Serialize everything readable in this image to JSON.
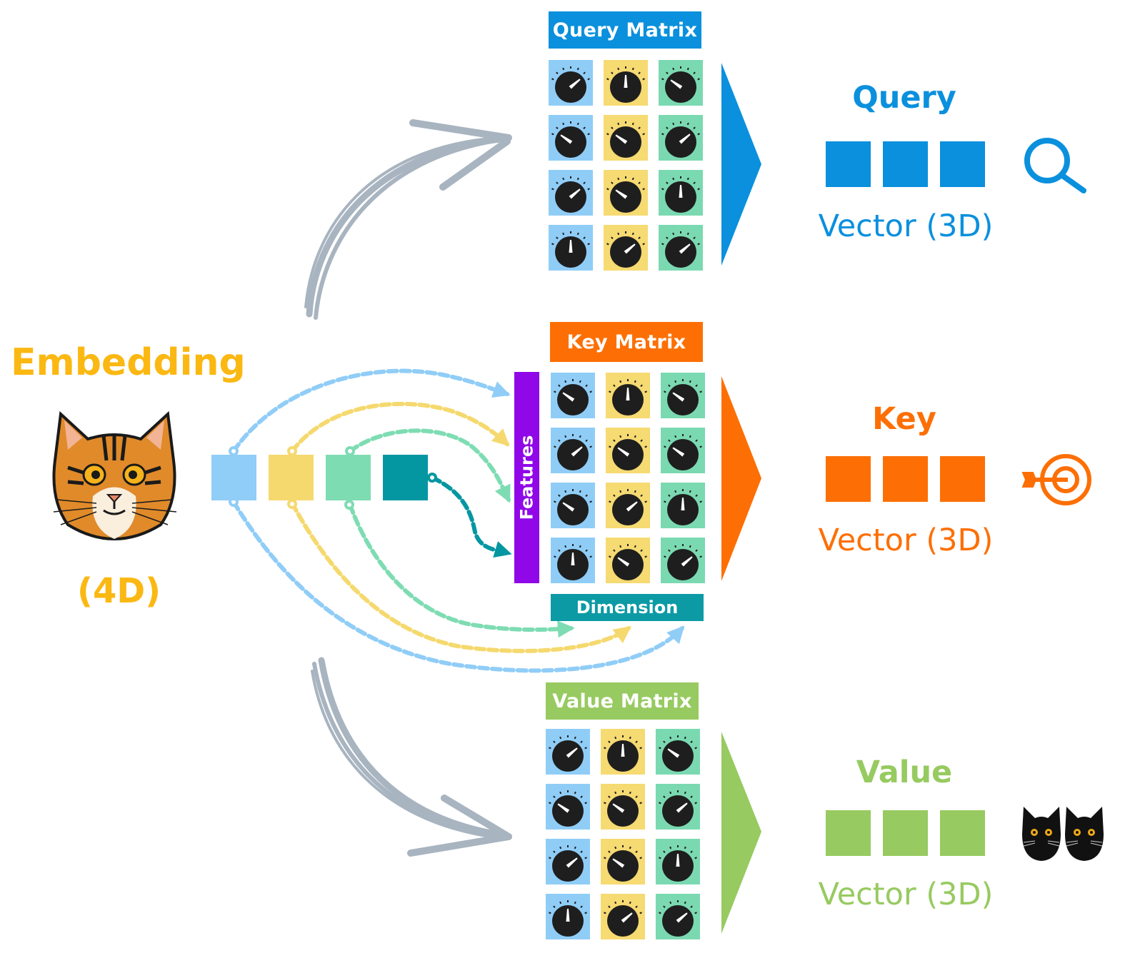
{
  "embedding": {
    "title": "Embedding",
    "dimension": "(4D)",
    "icon": "tabby-cat-face-icon",
    "vector_colors": [
      "#90cdf7",
      "#f5d96e",
      "#7edcb3",
      "#0497a2"
    ]
  },
  "flow_arrows": {
    "color": "#a8b4c0"
  },
  "matrices": [
    {
      "id": "query",
      "title": "Query Matrix",
      "color": "#0a90dd",
      "knob_angles_deg": [
        [
          50,
          0,
          -55
        ],
        [
          -55,
          -55,
          50
        ],
        [
          50,
          -55,
          0
        ],
        [
          0,
          50,
          50
        ]
      ]
    },
    {
      "id": "key",
      "title": "Key Matrix",
      "color": "#fd6f04",
      "knob_angles_deg": [
        [
          -55,
          0,
          -55
        ],
        [
          50,
          -55,
          -55
        ],
        [
          -55,
          50,
          0
        ],
        [
          0,
          -55,
          50
        ]
      ],
      "row_axis_label": "Features",
      "column_axis_label": "Dimension",
      "row_axis_color": "#9008e8",
      "column_axis_color": "#0c9aa5"
    },
    {
      "id": "value",
      "title": "Value Matrix",
      "color": "#97ca60",
      "knob_angles_deg": [
        [
          50,
          0,
          -55
        ],
        [
          -55,
          -55,
          50
        ],
        [
          50,
          -55,
          0
        ],
        [
          0,
          50,
          50
        ]
      ]
    }
  ],
  "knob_column_colors": [
    "#8fcdf7",
    "#f6da72",
    "#7bd9b1"
  ],
  "outputs": [
    {
      "id": "query",
      "label": "Query",
      "vector_label": "Vector (3D)",
      "color": "#0a90dd",
      "icon": "magnifier-icon",
      "size": 3
    },
    {
      "id": "key",
      "label": "Key",
      "vector_label": "Vector (3D)",
      "color": "#fd6f04",
      "icon": "target-arrow-icon",
      "size": 3
    },
    {
      "id": "value",
      "label": "Value",
      "vector_label": "Vector (3D)",
      "color": "#97ca60",
      "icon": "black-cats-icon",
      "size": 3
    }
  ]
}
